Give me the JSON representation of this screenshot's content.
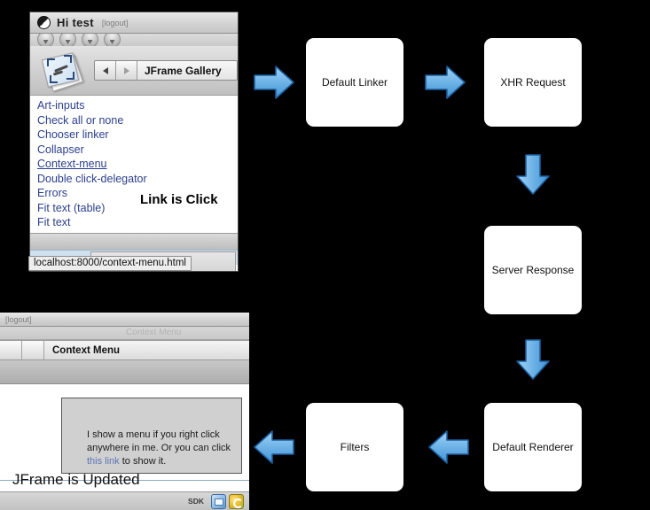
{
  "window_gallery": {
    "title": "Hi test",
    "logout_label": "[logout]",
    "nav_field": "JFrame Gallery",
    "links": [
      "Art-inputs",
      "Check all or none",
      "Chooser linker",
      "Collapser",
      "Context-menu",
      "Double click-delegator",
      "Errors",
      "Fit text (table)",
      "Fit text"
    ],
    "active_link": "Context-menu",
    "clicked_message": "Link is Click",
    "status_url": "localhost:8000/context-menu.html"
  },
  "window_context": {
    "logout_label": "[logout]",
    "ghost_title": "Context Menu",
    "nav_label": "Context Menu",
    "box_text_line1": "I show a menu if you right click",
    "box_text_line2": "anywhere in me. Or you can click",
    "box_link": "this link",
    "box_text_line3": " to show it.",
    "updated_message": "JFrame is Updated",
    "sdk_label": "SDK"
  },
  "flow": {
    "boxes": [
      {
        "id": "default-linker",
        "label": "Default Linker"
      },
      {
        "id": "xhr-request",
        "label": "XHR Request"
      },
      {
        "id": "server-response",
        "label": "Server Response"
      },
      {
        "id": "default-renderer",
        "label": "Default Renderer"
      },
      {
        "id": "filters",
        "label": "Filters"
      }
    ],
    "arrow_color_light": "#8ecbf5",
    "arrow_color_dark": "#3f93d6",
    "arrow_stroke": "#1c5f9e"
  }
}
